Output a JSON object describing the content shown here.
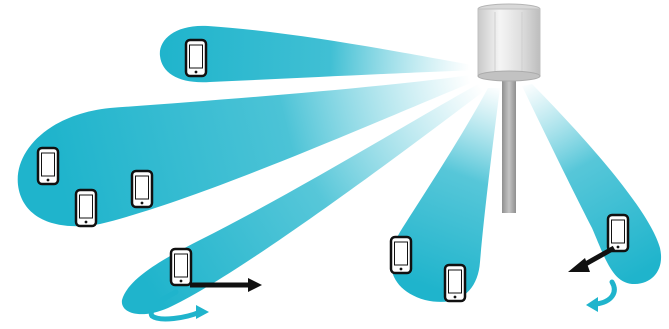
{
  "diagram": {
    "beam_color": "#1fb4cc",
    "beam_fade_color": "#ffffff",
    "arrow_color": "#111111",
    "device_outline_color": "#111111",
    "tower_body_color": "#e6e6e6",
    "pole_color": "#a9a9a9",
    "beams": [
      {
        "label": "beam-upper-left",
        "device_count": 1
      },
      {
        "label": "beam-left",
        "device_count": 3
      },
      {
        "label": "beam-lower-left",
        "device_count": 1,
        "tracking": "moving-right"
      },
      {
        "label": "beam-bottom",
        "device_count": 2
      },
      {
        "label": "beam-right",
        "device_count": 1,
        "tracking": "moving-left"
      }
    ],
    "icons": {
      "tower": "antenna-tower-icon",
      "device": "smartphone-icon",
      "motion": "arrow-icon",
      "rotation": "curved-arrow-icon"
    }
  }
}
